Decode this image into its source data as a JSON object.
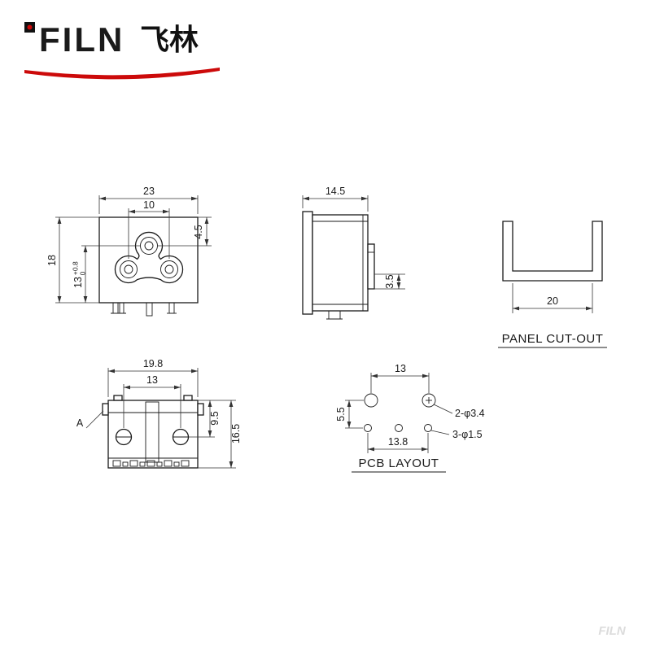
{
  "logo": {
    "brand": "FILN",
    "brand_cn": "飞林",
    "accent_color": "#cc0a0a",
    "dot_color": "#111111"
  },
  "front_view": {
    "dim_width": "23",
    "dim_pin_span": "10",
    "dim_pin_top": "4.5",
    "dim_mid": "13",
    "dim_mid_tol_upper": "+0.8",
    "dim_mid_tol_lower": "0",
    "dim_height": "18"
  },
  "side_view": {
    "dim_depth": "14.5",
    "dim_tab": "3.5"
  },
  "panel_cutout": {
    "dim_width": "20",
    "title": "PANEL CUT-OUT"
  },
  "bottom_view": {
    "dim_width": "19.8",
    "dim_screw_span": "13",
    "dim_screw_top": "9.5",
    "dim_height": "16.5",
    "section_label": "A"
  },
  "pcb_layout": {
    "dim_hole_span": "13",
    "dim_row_gap": "5.5",
    "dim_pin_span": "13.8",
    "callout_mount_holes": "2-φ3.4",
    "callout_pin_holes": "3-φ1.5",
    "title": "PCB LAYOUT"
  },
  "watermark": "FILN"
}
